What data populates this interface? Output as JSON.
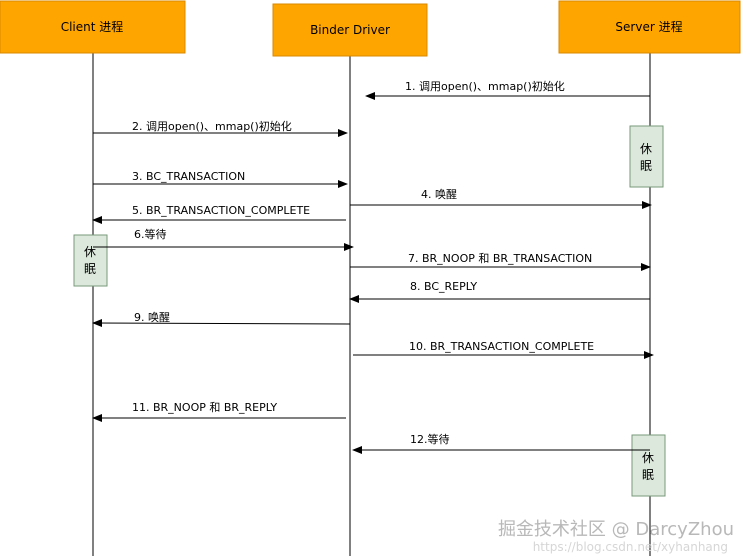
{
  "actors": [
    {
      "id": "client",
      "label": "Client 进程"
    },
    {
      "id": "binder",
      "label": "Binder Driver"
    },
    {
      "id": "server",
      "label": "Server 进程"
    }
  ],
  "messages": [
    {
      "label": "1. 调用open()、mmap()初始化",
      "from": "server",
      "to": "binder"
    },
    {
      "label": "2. 调用open()、mmap()初始化",
      "from": "client",
      "to": "binder"
    },
    {
      "label": "3. BC_TRANSACTION",
      "from": "client",
      "to": "binder"
    },
    {
      "label": "4. 唤醒",
      "from": "binder",
      "to": "server"
    },
    {
      "label": "5. BR_TRANSACTION_COMPLETE",
      "from": "binder",
      "to": "client"
    },
    {
      "label": "6.等待",
      "from": "client",
      "to": "binder"
    },
    {
      "label": "7. BR_NOOP 和 BR_TRANSACTION",
      "from": "binder",
      "to": "server"
    },
    {
      "label": "8. BC_REPLY",
      "from": "server",
      "to": "binder"
    },
    {
      "label": "9. 唤醒",
      "from": "binder",
      "to": "client"
    },
    {
      "label": "10. BR_TRANSACTION_COMPLETE",
      "from": "binder",
      "to": "server"
    },
    {
      "label": "11. BR_NOOP 和 BR_REPLY",
      "from": "binder",
      "to": "client"
    },
    {
      "label": "12.等待",
      "from": "server",
      "to": "binder"
    }
  ],
  "sleep_boxes": [
    {
      "actor": "server",
      "line1": "休",
      "line2": "眠"
    },
    {
      "actor": "client",
      "line1": "休",
      "line2": "眠"
    },
    {
      "actor": "server",
      "line1": "休",
      "line2": "眠"
    }
  ],
  "watermark": {
    "text": "掘金技术社区 @ DarcyZhou",
    "url": "https://blog.csdn.net/xyhanhang"
  },
  "colors": {
    "actor_fill": "#ffa500",
    "actor_border": "#d98900",
    "sleep_fill": "#dce8dc",
    "sleep_border": "#7a9a7a",
    "line": "#000000"
  }
}
